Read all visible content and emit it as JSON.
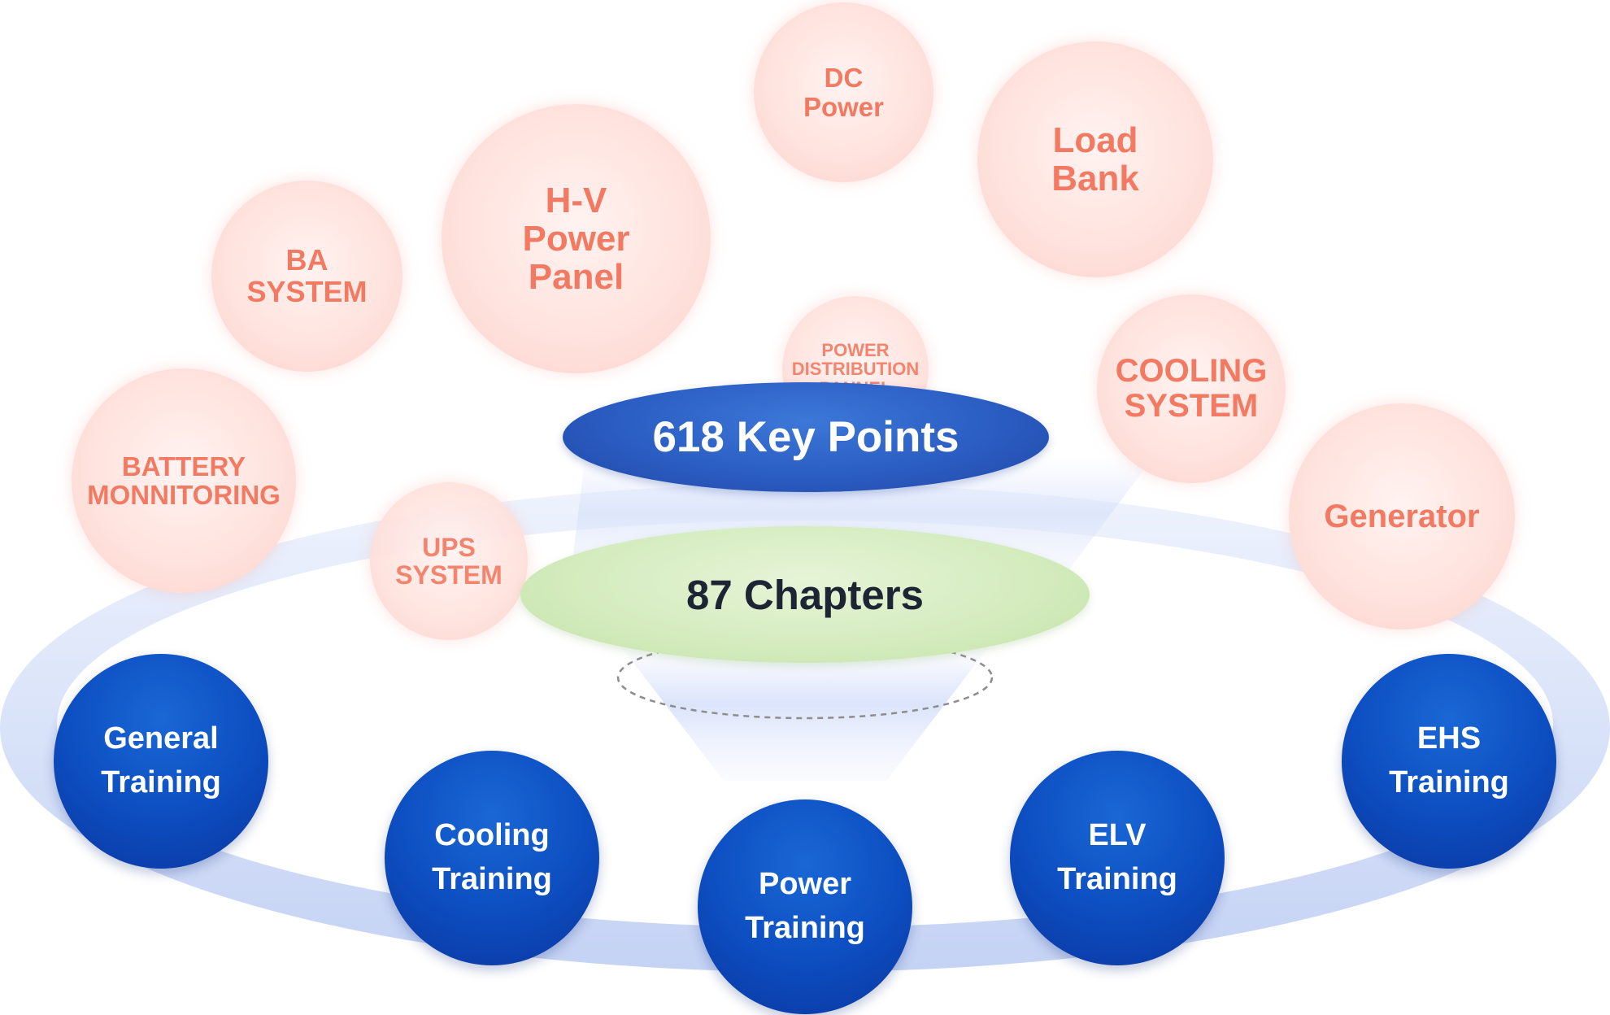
{
  "center": {
    "key_points": "618 Key Points",
    "chapters": "87 Chapters"
  },
  "topics": {
    "dc_power": "DC\nPower",
    "load_bank": "Load\nBank",
    "hv_power_panel": "H-V\nPower\nPanel",
    "ba_system": "BA\nSYSTEM",
    "power_distribution": "POWER\nDISTRIBUTION\nPANNEL",
    "cooling_system": "COOLING\nSYSTEM",
    "battery_monitoring": "BATTERY\nMONNITORING",
    "ups_system": "UPS\nSYSTEM",
    "generator": "Generator"
  },
  "trainings": {
    "general": "General\nTraining",
    "cooling": "Cooling\nTraining",
    "power": "Power\nTraining",
    "elv": "ELV\nTraining",
    "ehs": "EHS\nTraining"
  },
  "colors": {
    "topic_text": "#f37a62",
    "topic_fill": "#ffe3de",
    "key_points_fill": "#2b5dc2",
    "chapters_fill": "#d3ebbd",
    "training_fill": "#0d4fc2",
    "ring": "#c9d6f5"
  }
}
